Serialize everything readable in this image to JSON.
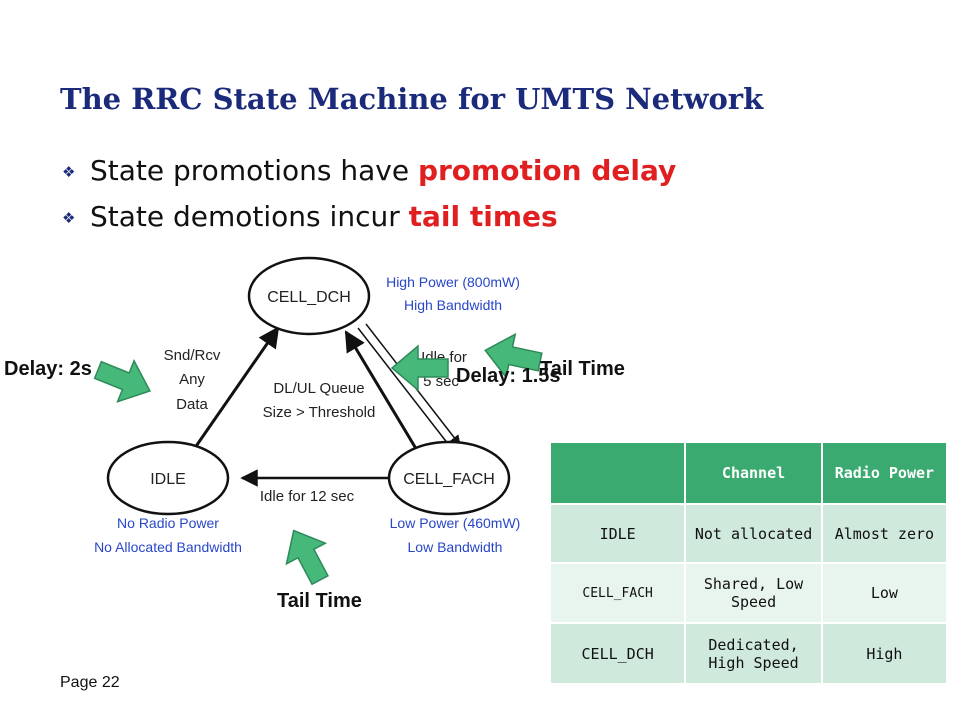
{
  "title": "The RRC State Machine for UMTS Network",
  "bullets": [
    {
      "text": "State promotions have ",
      "highlight": "promotion delay"
    },
    {
      "text": "State demotions incur ",
      "highlight": "tail times"
    }
  ],
  "diagram": {
    "states": {
      "cell_dch": "CELL_DCH",
      "idle": "IDLE",
      "cell_fach": "CELL_FACH"
    },
    "state_desc": {
      "dch_line1": "High Power (800mW)",
      "dch_line2": "High Bandwidth",
      "idle_line1": "No Radio Power",
      "idle_line2": "No Allocated Bandwidth",
      "fach_line1": "Low Power (460mW)",
      "fach_line2": "Low Bandwidth"
    },
    "transitions": {
      "snd_line1": "Snd/Rcv",
      "snd_line2": "Any",
      "snd_line3": "Data",
      "queue_line1": "DL/UL Queue",
      "queue_line2": "Size > Threshold",
      "idle5_line1": "Idle for",
      "idle5_line2": "5 sec",
      "idle12": "Idle for 12 sec"
    },
    "callouts": {
      "delay_2s": "Delay: 2s",
      "delay_15s": "Delay: 1.5s",
      "tail_time_right": "Tail Time",
      "tail_time_bottom": "Tail Time"
    }
  },
  "table": {
    "headers": [
      "",
      "Channel",
      "Radio Power"
    ],
    "rows": [
      [
        "IDLE",
        "Not allocated",
        "Almost zero"
      ],
      [
        "CELL_FACH",
        "Shared, Low Speed",
        "Low"
      ],
      [
        "CELL_DCH",
        "Dedicated, High Speed",
        "High"
      ]
    ]
  },
  "footer": {
    "page": "Page 22"
  },
  "colors": {
    "title": "#1b2a7a",
    "highlight": "#e02020",
    "desc_blue": "#2846c8",
    "arrow_green": "#45b87a",
    "table_header": "#3aaa70"
  }
}
